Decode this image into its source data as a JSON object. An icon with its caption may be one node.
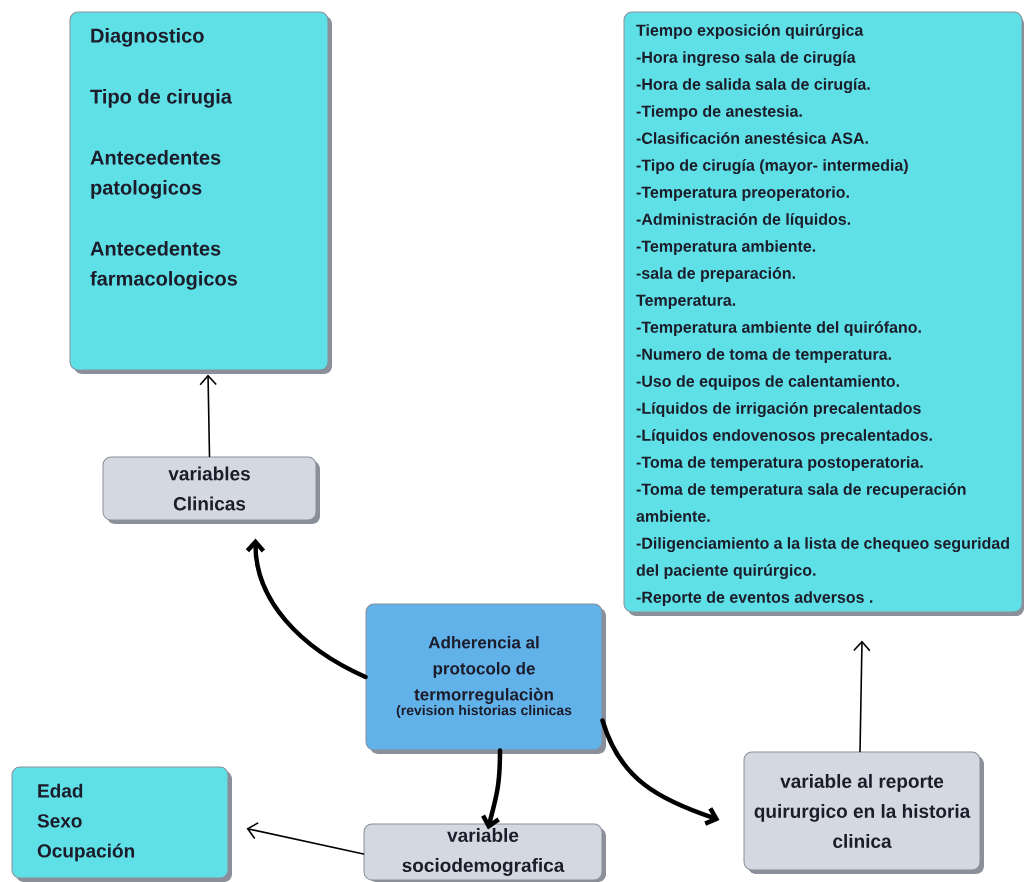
{
  "diagram": {
    "nodes": [
      {
        "text": [
          "Diagnostico",
          "Tipo de cirugia",
          "Antecedentes patologicos",
          "Antecedentes farmacologicos"
        ]
      },
      {
        "text": [
          "Tiempo exposición quirúrgica",
          "-Hora ingreso sala de cirugía",
          "-Hora de salida sala de cirugía.",
          "-Tiempo de anestesia.",
          "-Clasificación anestésica ASA.",
          "-Tipo de cirugía (mayor- intermedia)",
          "-Temperatura preoperatorio.",
          "-Administración de líquidos.",
          "-Temperatura ambiente.",
          "-sala de preparación.",
          "Temperatura.",
          "-Temperatura ambiente del quirófano.",
          "-Numero de  toma de temperatura.",
          "-Uso de equipos de calentamiento.",
          "-Líquidos de irrigación precalentados",
          "-Líquidos endovenosos precalentados.",
          "-Toma de temperatura postoperatoria.",
          "-Toma de temperatura sala de recuperación ambiente.",
          "-Diligenciamiento a la lista de chequeo seguridad del paciente quirúrgico.",
          "-Reporte de eventos adversos ."
        ]
      },
      {
        "text": [
          "variables Clinicas"
        ]
      },
      {
        "text": [
          "Adherencia al protocolo de termorregulaciòn",
          "(revision historias clinicas"
        ]
      },
      {
        "text": [
          "variable al reporte quirurgico en la historia clinica"
        ]
      },
      {
        "text": [
          "Edad",
          "Sexo",
          "Ocupación"
        ]
      },
      {
        "text": [
          "variable sociodemografica"
        ]
      }
    ],
    "edges": [
      {
        "from": 3,
        "to": 2,
        "arrow": "to",
        "style": "thick"
      },
      {
        "from": 2,
        "to": 0,
        "arrow": "to"
      },
      {
        "from": 3,
        "to": 4,
        "arrow": "to",
        "style": "thick"
      },
      {
        "from": 4,
        "to": 1,
        "arrow": "to"
      },
      {
        "from": 3,
        "to": 6,
        "arrow": "to",
        "style": "thick"
      },
      {
        "from": 6,
        "to": 5,
        "arrow": "to"
      }
    ]
  }
}
